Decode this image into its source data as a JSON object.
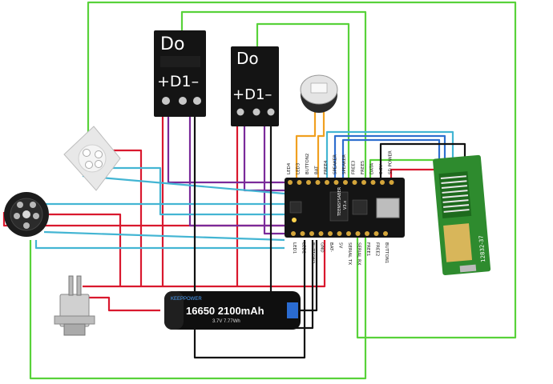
{
  "modules": {
    "module_left": {
      "line1": "Do",
      "line2": "+D1–"
    },
    "module_right": {
      "line1": "Do",
      "line2": "+D1–"
    }
  },
  "battery": {
    "brand": "KEEPPOWER",
    "model": "16650 2100mAh",
    "spec": "3.7V 7.77Wh"
  },
  "microcontroller": {
    "top_pins": [
      "LED4",
      "LED3",
      "BUTTON2",
      "BAT",
      "FREE4",
      "SPEAKER",
      "SPEAKER",
      "FREE3",
      "FREE5",
      "DATA",
      "3.3V",
      "SD POWER"
    ],
    "bottom_pins": [
      "LED1",
      "LED2",
      "BUTTON2",
      "GND",
      "BAT-",
      "5V",
      "SERIAL TX",
      "SERIAL RX",
      "FREE1",
      "FREE2",
      "BUTTON1"
    ],
    "side_labels": [
      "TEENSYSABER",
      "V3.x"
    ]
  },
  "sd_board": {
    "label": "12832-37"
  },
  "colors": {
    "wire_green": "#58d23a",
    "wire_red": "#d9182e",
    "wire_purple": "#7a2a9a",
    "wire_cyan": "#43b5d3",
    "wire_blue": "#2f6fcf",
    "wire_orange": "#f0a020",
    "wire_black": "#111111",
    "pcb_black": "#141414",
    "pcb_green": "#2e8b2e"
  }
}
